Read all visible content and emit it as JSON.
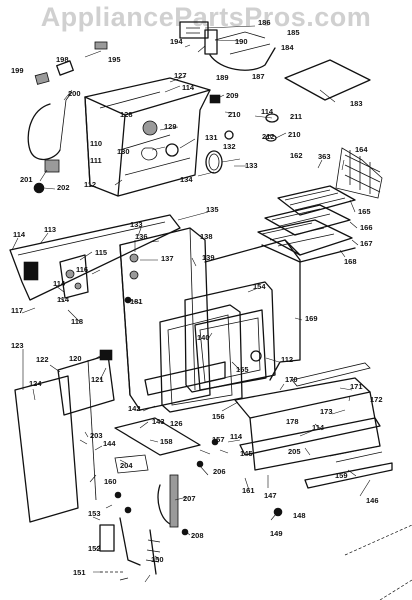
{
  "watermark": "AppliancePartsPros.com",
  "labels": [
    "186",
    "185",
    "184",
    "194",
    "190",
    "195",
    "198",
    "189",
    "187",
    "199",
    "200",
    "127",
    "114",
    "183",
    "209",
    "210",
    "128",
    "129",
    "211",
    "110",
    "114",
    "111",
    "210",
    "212",
    "131",
    "130",
    "132",
    "133",
    "112",
    "134",
    "162",
    "363",
    "164",
    "201",
    "202",
    "165",
    "166",
    "167",
    "168",
    "135",
    "114",
    "113",
    "133",
    "136",
    "138",
    "115",
    "137",
    "116",
    "139",
    "154",
    "114",
    "114",
    "117",
    "118",
    "181",
    "169",
    "140",
    "112",
    "155",
    "123",
    "120",
    "122",
    "121",
    "170",
    "171",
    "124",
    "172",
    "142",
    "156",
    "173",
    "114",
    "143",
    "126",
    "203",
    "178",
    "144",
    "158",
    "157",
    "114",
    "145",
    "204",
    "205",
    "159",
    "206",
    "146",
    "160",
    "161",
    "147",
    "153",
    "207",
    "148",
    "152",
    "208",
    "149",
    "151",
    "150"
  ]
}
